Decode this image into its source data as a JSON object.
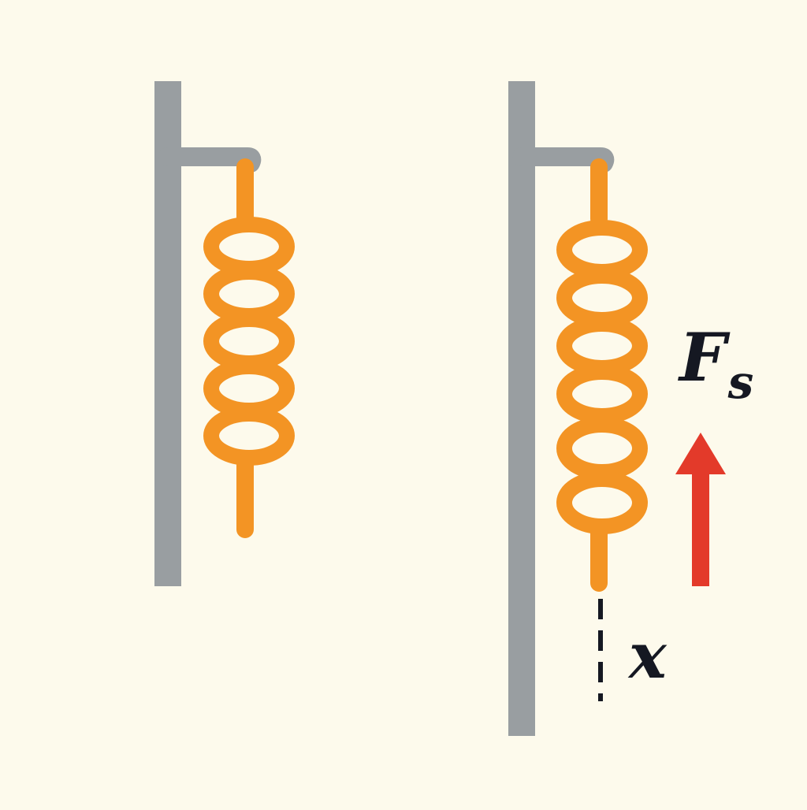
{
  "colors": {
    "background": "#FDFAEC",
    "stand": "#999EA1",
    "spring": "#F39424",
    "force_arrow": "#E33A2A",
    "text": "#151822",
    "dashed_line": "#151822"
  },
  "left_setup": {
    "coils": 5
  },
  "right_setup": {
    "coils": 6,
    "force_label": {
      "main": "F",
      "subscript": "s"
    },
    "displacement_label": "x"
  }
}
